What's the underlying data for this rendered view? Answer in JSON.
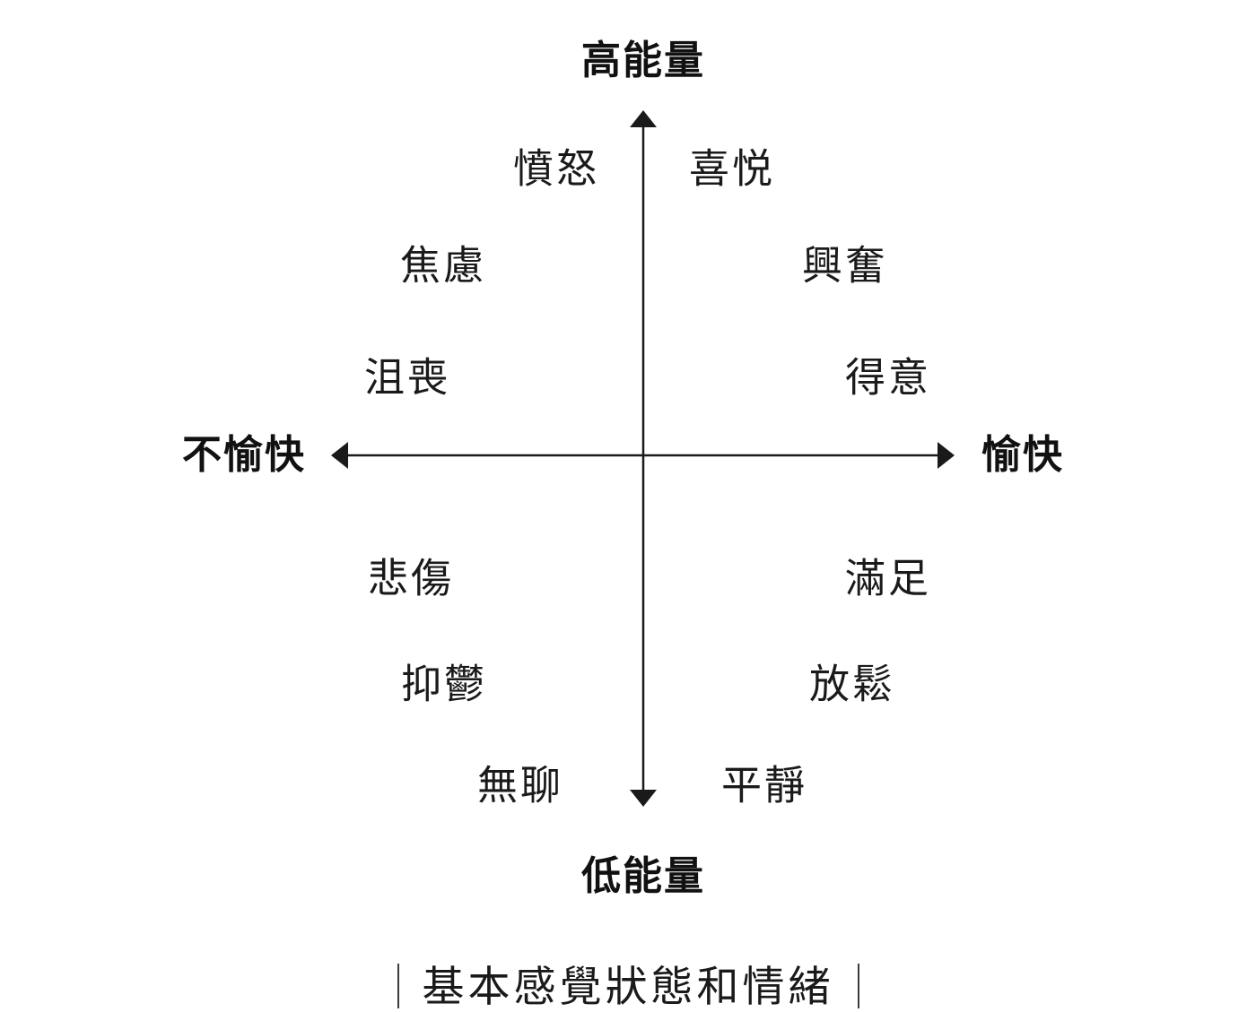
{
  "axes": {
    "top_label": "高能量",
    "bottom_label": "低能量",
    "left_label": "不愉快",
    "right_label": "愉快"
  },
  "quadrants": {
    "top_left": [
      "憤怒",
      "焦慮",
      "沮喪"
    ],
    "top_right": [
      "喜悦",
      "興奮",
      "得意"
    ],
    "bottom_left": [
      "悲傷",
      "抑鬱",
      "無聊"
    ],
    "bottom_right": [
      "滿足",
      "放鬆",
      "平靜"
    ]
  },
  "caption": {
    "text": "基本感覺狀態和情緒"
  },
  "colors": {
    "ink": "#1a1a1a",
    "background": "#ffffff"
  }
}
